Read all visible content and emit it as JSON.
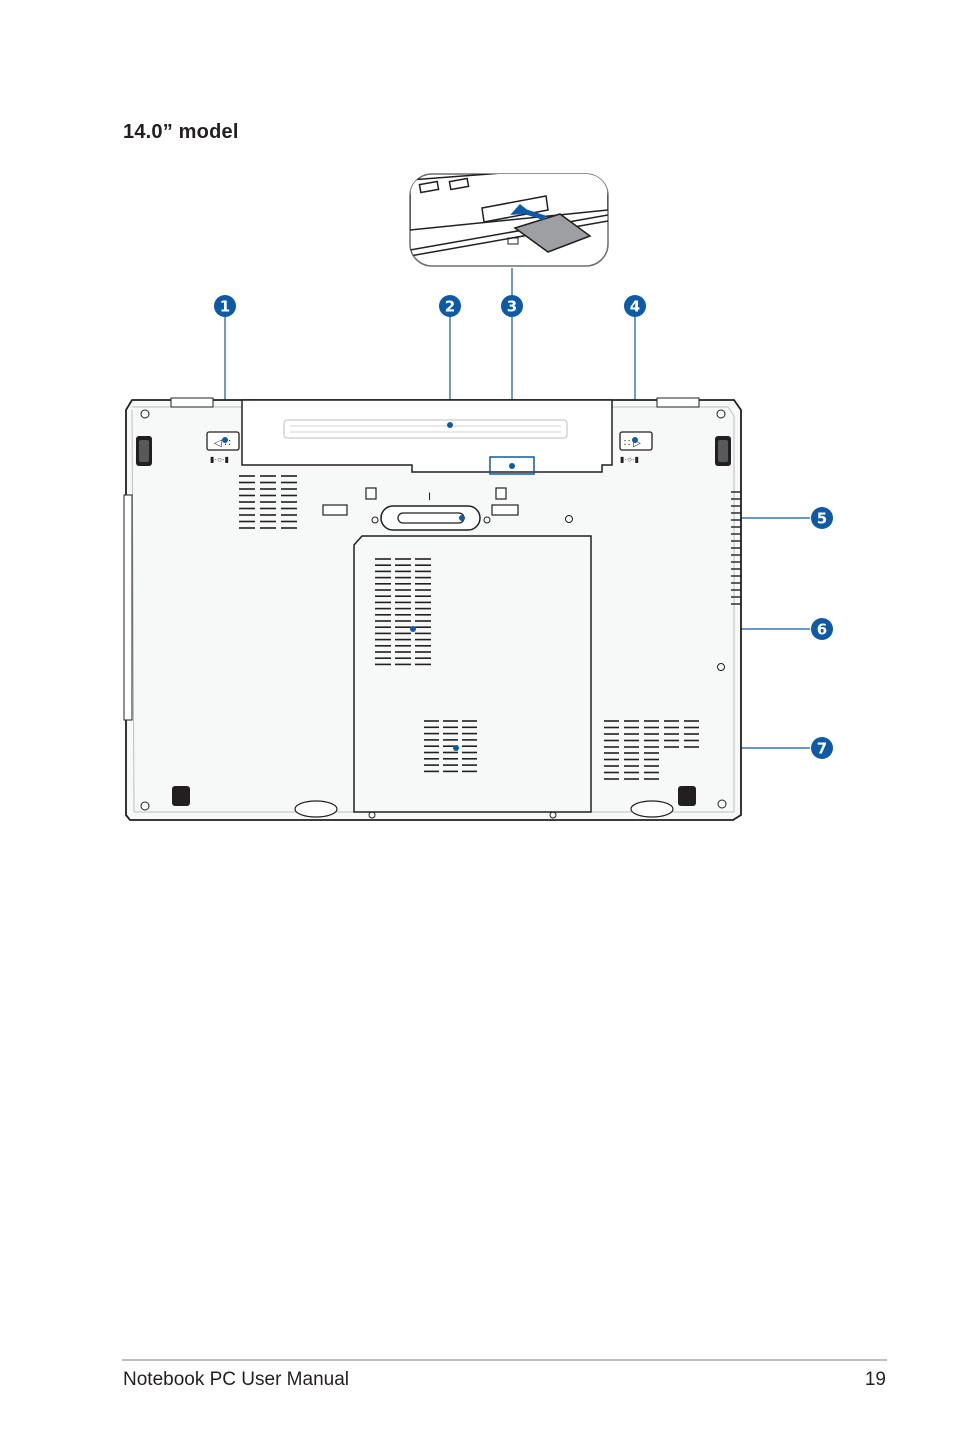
{
  "section_title": "14.0” model",
  "callouts": [
    "1",
    "2",
    "3",
    "4",
    "5",
    "6",
    "7"
  ],
  "colors": {
    "callout_blue": "#0e5aa7",
    "outline": "#231f20",
    "body_fill": "#f7f8f8",
    "inset_fill": "#e6e7e8"
  },
  "footer": {
    "manual_title": "Notebook PC User Manual",
    "page_number": "19"
  }
}
